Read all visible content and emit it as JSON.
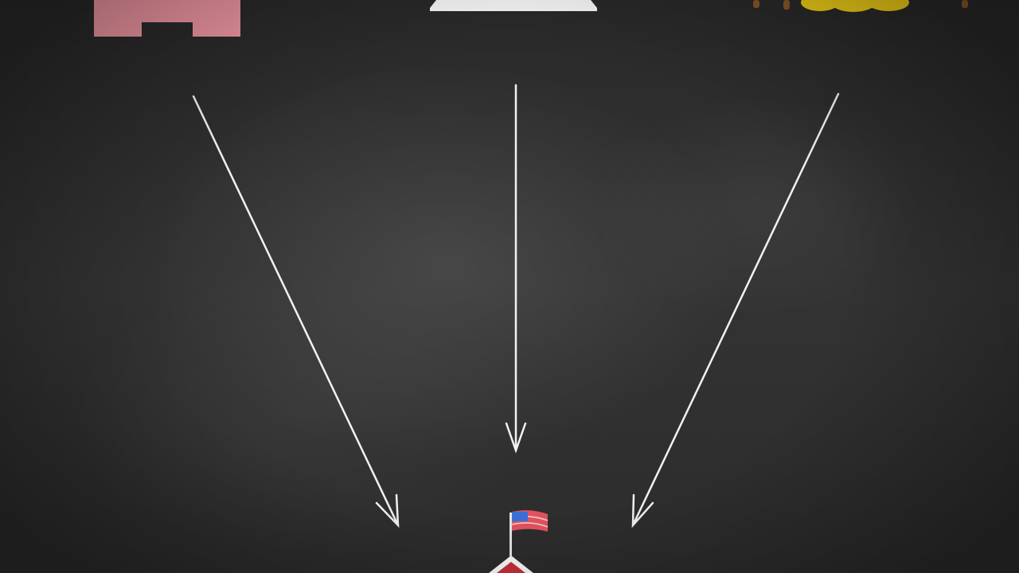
{
  "colors": {
    "background": "#2f2f2f",
    "arrow": "#f2f2f2",
    "pink_icon": "#f59aa6",
    "white_icon": "#ffffff",
    "yellow_icon": "#f7d417",
    "brown_icon": "#8a5a2b",
    "school_red": "#c8323c",
    "flag_red": "#e0525e",
    "flag_blue": "#3a6fd8"
  },
  "icons": {
    "left": "pink-building-icon",
    "center": "white-pedestal-icon",
    "right": "gold-coins-icon",
    "target": "schoolhouse-icon",
    "flag": "us-flag-icon"
  },
  "arrows": [
    "left-to-school",
    "center-to-school",
    "right-to-school"
  ]
}
